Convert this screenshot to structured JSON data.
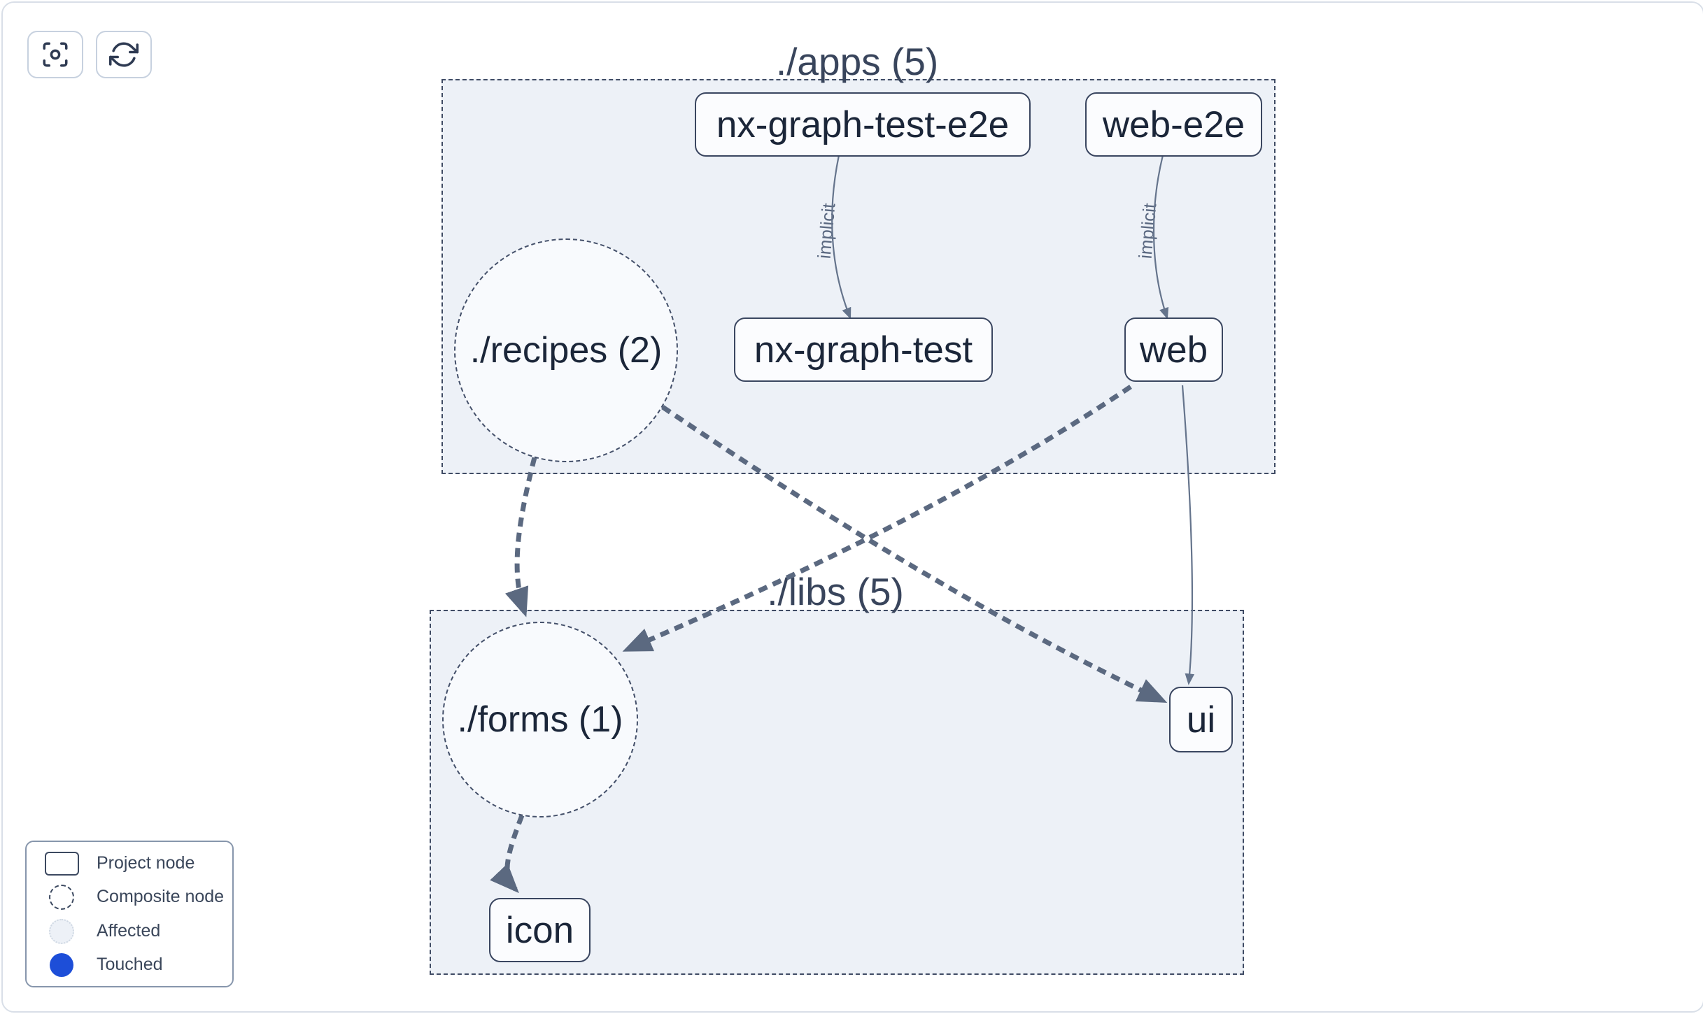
{
  "graph": {
    "groups": [
      {
        "id": "apps",
        "label": "./apps (5)"
      },
      {
        "id": "libs",
        "label": "./libs (5)"
      }
    ],
    "nodes": [
      {
        "id": "nx-graph-test-e2e",
        "label": "nx-graph-test-e2e",
        "type": "project"
      },
      {
        "id": "web-e2e",
        "label": "web-e2e",
        "type": "project"
      },
      {
        "id": "recipes",
        "label": "./recipes (2)",
        "type": "composite"
      },
      {
        "id": "nx-graph-test",
        "label": "nx-graph-test",
        "type": "project"
      },
      {
        "id": "web",
        "label": "web",
        "type": "project"
      },
      {
        "id": "forms",
        "label": "./forms (1)",
        "type": "composite"
      },
      {
        "id": "ui",
        "label": "ui",
        "type": "project"
      },
      {
        "id": "icon",
        "label": "icon",
        "type": "project"
      }
    ],
    "edges": [
      {
        "from": "nx-graph-test-e2e",
        "to": "nx-graph-test",
        "label": "implicit",
        "style": "solid"
      },
      {
        "from": "web-e2e",
        "to": "web",
        "label": "implicit",
        "style": "solid"
      },
      {
        "from": "recipes",
        "to": "forms",
        "label": "",
        "style": "dashed"
      },
      {
        "from": "recipes",
        "to": "ui",
        "label": "",
        "style": "dashed"
      },
      {
        "from": "web",
        "to": "forms",
        "label": "",
        "style": "dashed"
      },
      {
        "from": "web",
        "to": "ui",
        "label": "",
        "style": "solid"
      },
      {
        "from": "forms",
        "to": "icon",
        "label": "",
        "style": "dashed"
      }
    ]
  },
  "legend": {
    "items": [
      {
        "swatch": "project-rect",
        "label": "Project node"
      },
      {
        "swatch": "composite-circle",
        "label": "Composite node"
      },
      {
        "swatch": "affected-circle",
        "label": "Affected"
      },
      {
        "swatch": "touched-circle",
        "label": "Touched"
      }
    ]
  },
  "colors": {
    "touched_blue": "#1d4ed8",
    "edge": "#5b6980",
    "node_border": "#3a4660",
    "group_background": "#edf1f7",
    "node_text": "#1b2639"
  }
}
